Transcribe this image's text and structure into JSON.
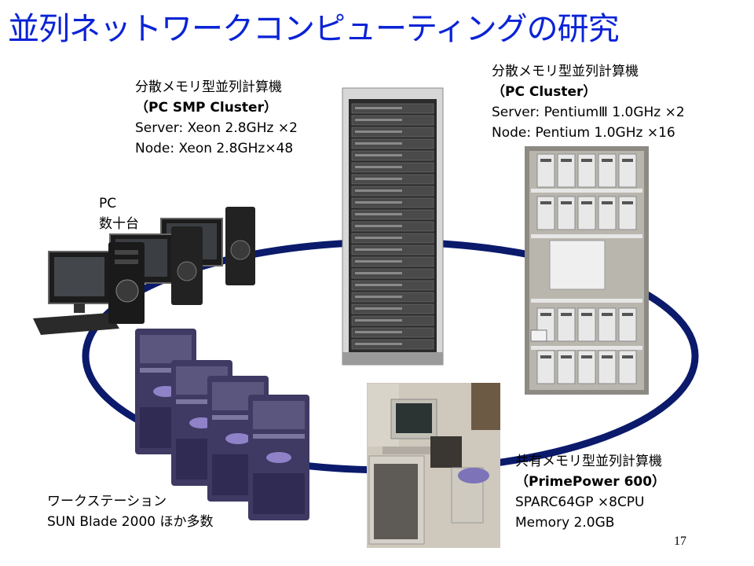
{
  "slide": {
    "title": "並列ネットワークコンピューティングの研究",
    "page_number": "17"
  },
  "pc_smp_cluster": {
    "line1": "分散メモリ型並列計算機",
    "line2": "（PC SMP Cluster）",
    "line3": "Server: Xeon 2.8GHz ×2",
    "line4": "Node: Xeon 2.8GHz×48"
  },
  "pc_cluster": {
    "line1": "分散メモリ型並列計算機",
    "line2": "（PC Cluster）",
    "line3": "Server: PentiumⅢ  1.0GHz ×2",
    "line4": "Node: Pentium 1.0GHz ×16"
  },
  "pc": {
    "line1": "PC",
    "line2": "数十台"
  },
  "workstation": {
    "line1": "ワークステーション",
    "line2": "SUN Blade 2000 ほか多数"
  },
  "primepower": {
    "line1": "共有メモリ型並列計算機",
    "line2": "（PrimePower 600）",
    "line3": "SPARC64GP ×8CPU",
    "line4": "Memory 2.0GB"
  },
  "colors": {
    "title": "#0a23d6",
    "ring": "#0b1a6b"
  }
}
